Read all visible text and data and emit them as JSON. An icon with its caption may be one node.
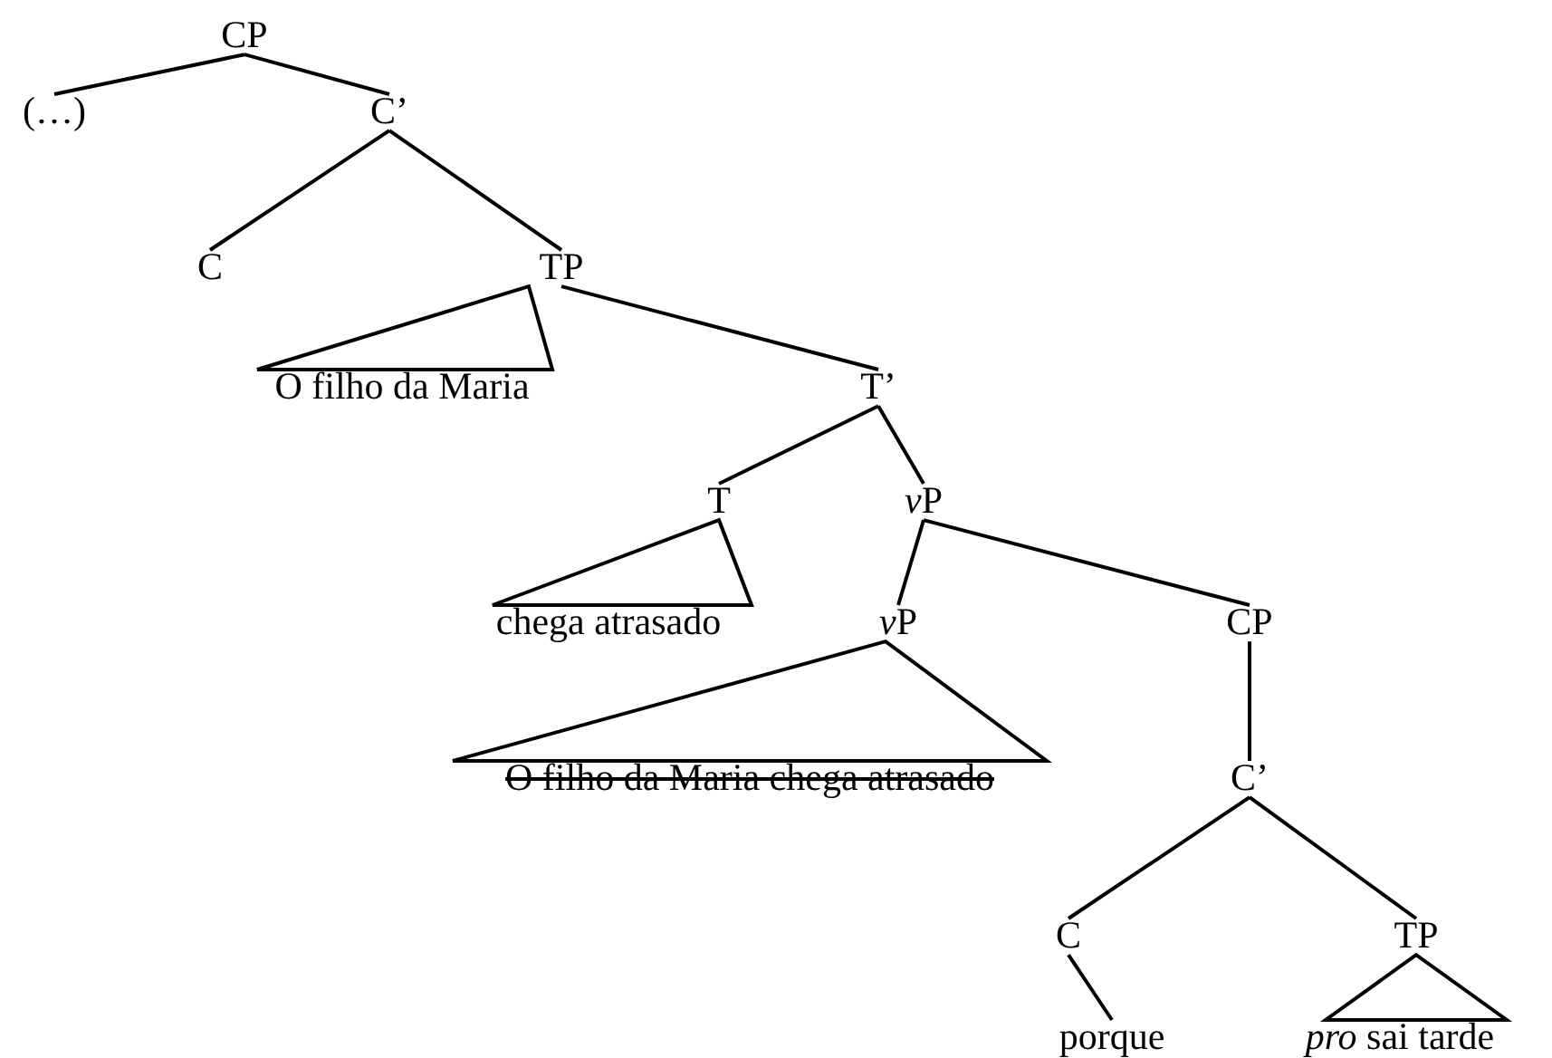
{
  "diagram": {
    "nodes": [
      {
        "text": [
          "CP"
        ]
      },
      {
        "text": [
          "(…)"
        ]
      },
      {
        "text": [
          "C’"
        ]
      },
      {
        "text": [
          "C"
        ]
      },
      {
        "text": [
          "TP"
        ]
      },
      {
        "text": [
          "O filho da Maria"
        ]
      },
      {
        "text": [
          "T’"
        ]
      },
      {
        "text": [
          "T"
        ]
      },
      {
        "text": [
          "vP"
        ]
      },
      {
        "text": [
          "chega atrasado"
        ]
      },
      {
        "text": [
          "vP"
        ]
      },
      {
        "text": [
          "CP"
        ]
      },
      {
        "text": [
          "O filho da Maria chega atrasado"
        ]
      },
      {
        "text": [
          "C’"
        ]
      },
      {
        "text": [
          "C"
        ]
      },
      {
        "text": [
          "TP"
        ]
      },
      {
        "text": [
          "porque"
        ]
      },
      {
        "text": [
          "*pro* sai tarde"
        ]
      }
    ],
    "edges": [
      {
        "from": 0,
        "to": 1,
        "arrow": "none"
      },
      {
        "from": 0,
        "to": 2,
        "arrow": "none"
      },
      {
        "from": 2,
        "to": 3,
        "arrow": "none"
      },
      {
        "from": 2,
        "to": 4,
        "arrow": "none"
      },
      {
        "from": 4,
        "to": 5,
        "arrow": "none"
      },
      {
        "from": 4,
        "to": 6,
        "arrow": "none"
      },
      {
        "from": 6,
        "to": 7,
        "arrow": "none"
      },
      {
        "from": 6,
        "to": 8,
        "arrow": "none"
      },
      {
        "from": 7,
        "to": 9,
        "arrow": "none"
      },
      {
        "from": 8,
        "to": 10,
        "arrow": "none"
      },
      {
        "from": 8,
        "to": 11,
        "arrow": "none"
      },
      {
        "from": 10,
        "to": 12,
        "arrow": "none"
      },
      {
        "from": 11,
        "to": 13,
        "arrow": "none"
      },
      {
        "from": 13,
        "to": 14,
        "arrow": "none"
      },
      {
        "from": 13,
        "to": 15,
        "arrow": "none"
      },
      {
        "from": 14,
        "to": 16,
        "arrow": "none"
      },
      {
        "from": 15,
        "to": 17,
        "arrow": "none"
      }
    ]
  }
}
